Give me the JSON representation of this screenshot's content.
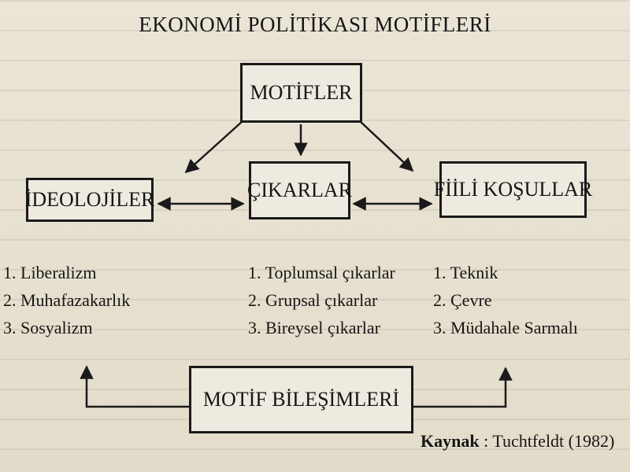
{
  "title": "EKONOMİ POLİTİKASI MOTİFLERİ",
  "nodes": {
    "motifler": "MOTİFLER",
    "ideolojiler": "İDEOLOJİLER",
    "cikarlar": "ÇIKARLAR",
    "fiili_kosullar": "FİİLİ KOŞULLAR",
    "motif_bilesimleri": "MOTİF BİLEŞİMLERİ"
  },
  "lists": {
    "ideolojiler": [
      "1. Liberalizm",
      "2. Muhafazakarlık",
      "3. Sosyalizm"
    ],
    "cikarlar": [
      "1. Toplumsal çıkarlar",
      "2. Grupsal çıkarlar",
      "3. Bireysel çıkarlar"
    ],
    "fiili_kosullar": [
      "1. Teknik",
      "2. Çevre",
      "3. Müdahale Sarmalı"
    ]
  },
  "source": {
    "label": "Kaynak",
    "separator": " : ",
    "text": "Tuchtfeldt (1982)"
  }
}
